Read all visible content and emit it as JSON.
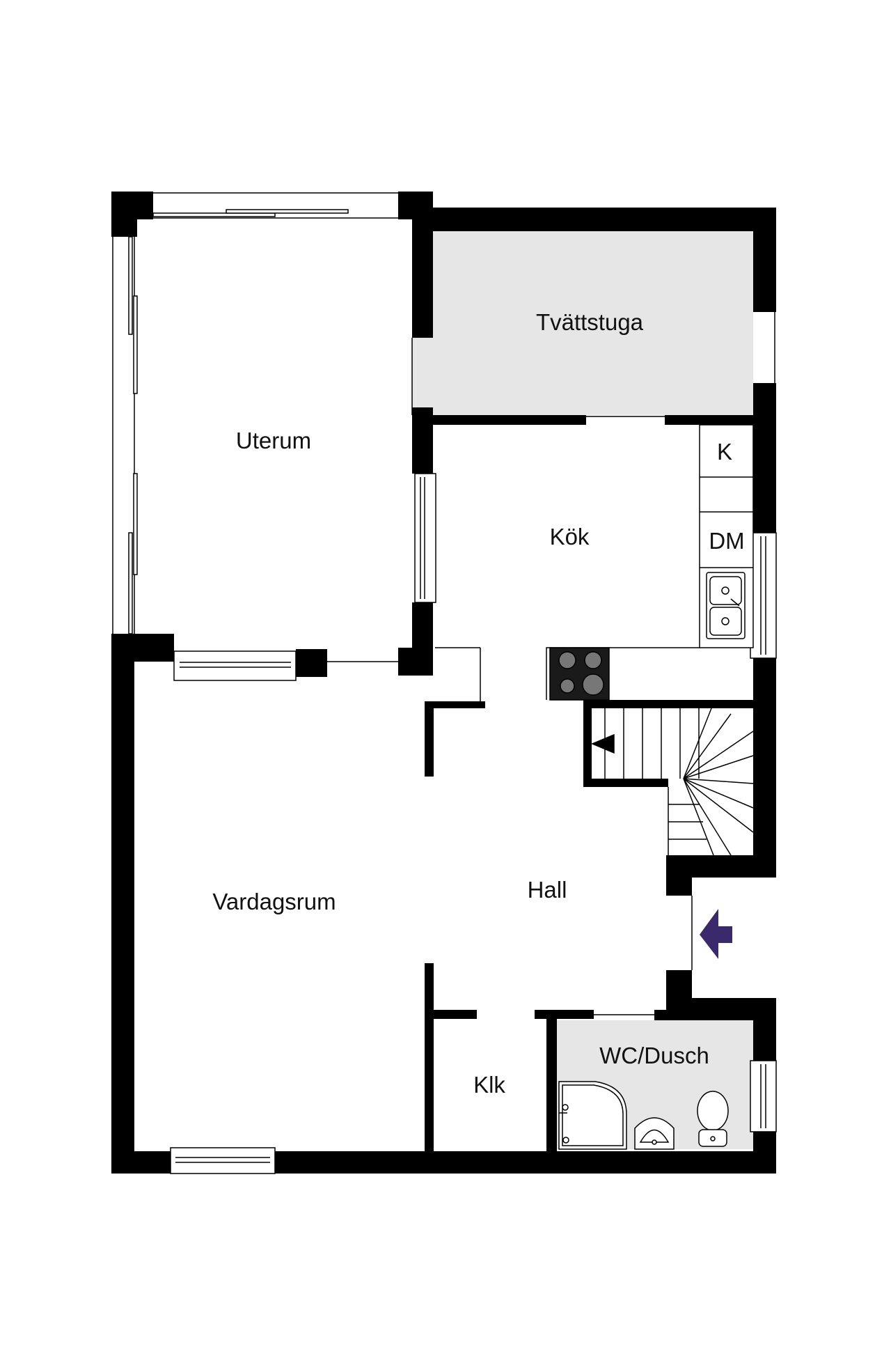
{
  "rooms": {
    "tvattstuga": "Tvättstuga",
    "uterum": "Uterum",
    "kok": "Kök",
    "k": "K",
    "dm": "DM",
    "vardagsrum": "Vardagsrum",
    "hall": "Hall",
    "klk": "Klk",
    "wc_dusch": "WC/Dusch"
  },
  "colors": {
    "wall": "#000000",
    "wet_room_floor": "#e6e6e6",
    "entrance_arrow": "#3a2a6b"
  },
  "icons": [
    "entrance-arrow-icon",
    "stairs-direction-arrow-icon",
    "sink-icon",
    "stove-icon",
    "toilet-icon",
    "washbasin-icon",
    "shower-icon"
  ]
}
